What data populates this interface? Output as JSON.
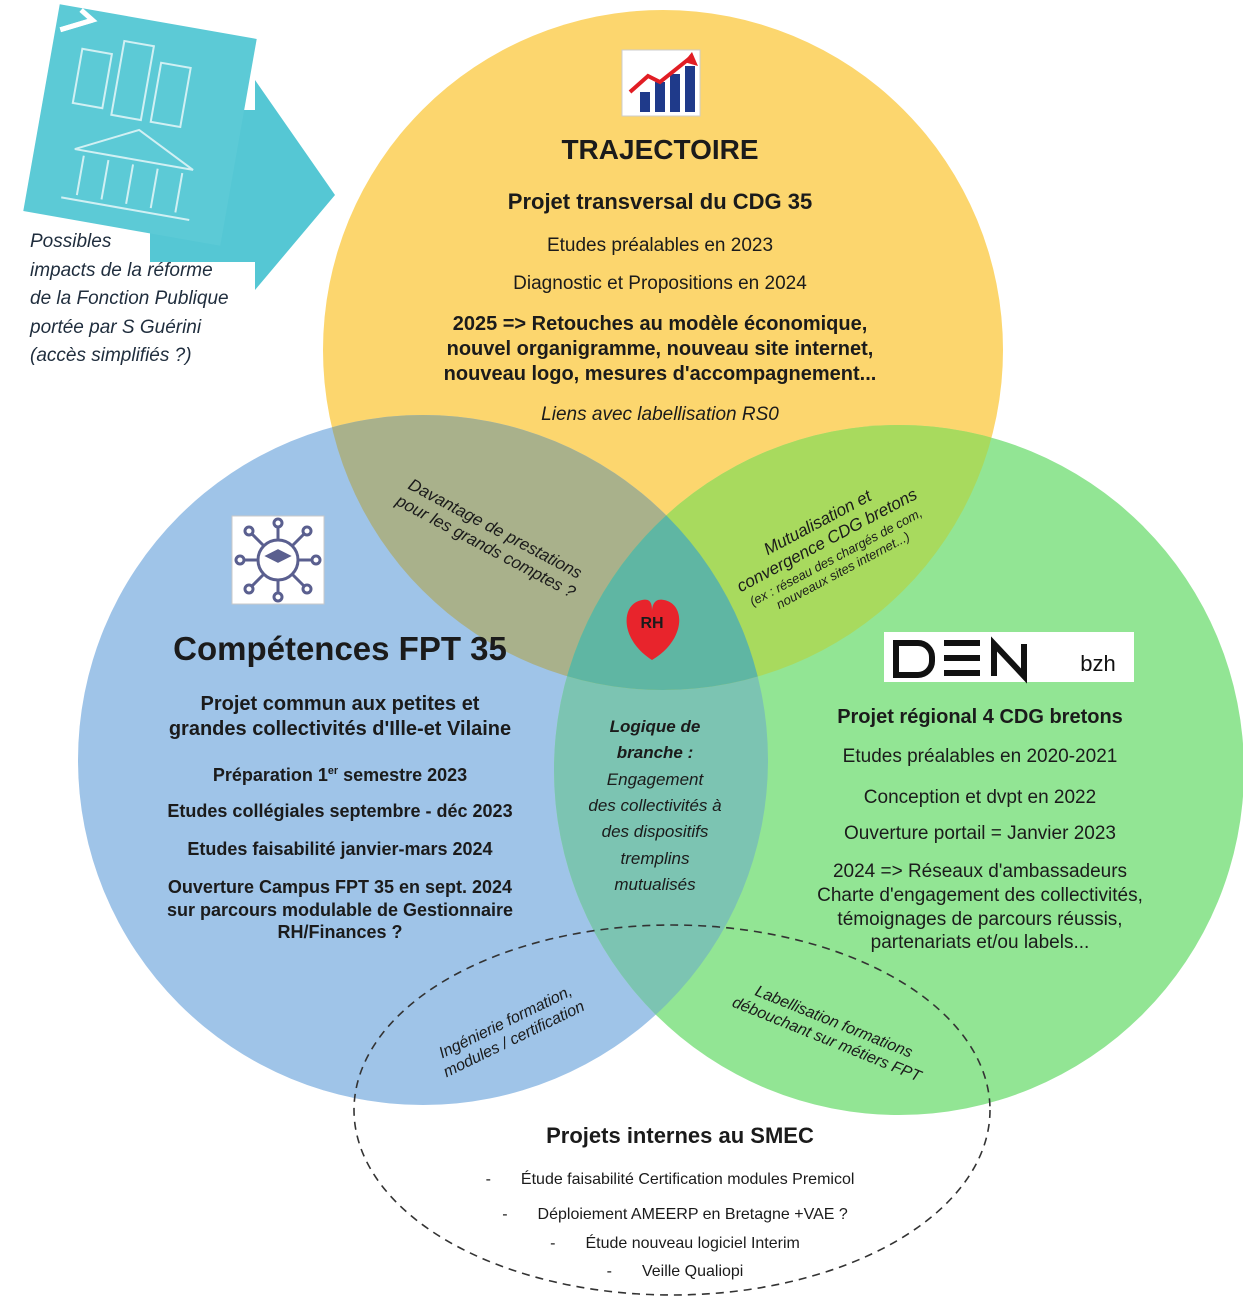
{
  "colors": {
    "trajectoire": "#fcd66e",
    "competences": "#9fc4e8",
    "den": "#92e594",
    "overlap_yellow_blue": "#a9b18b",
    "overlap_yellow_green": "#a8da5e",
    "overlap_center": "#5fb6a3",
    "overlap_blue_green": "#7cc4b2",
    "banner_arrow": "#55c7d4",
    "heart": "#e8242c"
  },
  "reform_note": {
    "lines": [
      "Possibles",
      "impacts de la réforme",
      "de la Fonction Publique",
      "portée par S Guérini",
      "(accès simplifiés ?)"
    ]
  },
  "trajectoire": {
    "icon": "chart-growth-icon",
    "title": "TRAJECTOIRE",
    "subtitle": "Projet transversal du CDG 35",
    "items": [
      "Etudes préalables en 2023",
      "Diagnostic et Propositions en 2024"
    ],
    "item_2025_lines": [
      "2025 => Retouches au modèle économique,",
      "nouvel organigramme, nouveau site internet,",
      "nouveau logo, mesures d'accompagnement..."
    ],
    "note": "Liens avec labellisation RS0"
  },
  "competences": {
    "icon": "network-graduation-icon",
    "title": "Compétences FPT 35",
    "subtitle_lines": [
      "Projet commun aux petites et",
      "grandes collectivités d'Ille-et Vilaine"
    ],
    "prep_prefix": "Préparation 1",
    "prep_sup": "er",
    "prep_suffix": " semestre 2023",
    "items": [
      "Etudes collégiales septembre - déc 2023",
      "Etudes faisabilité janvier-mars 2024"
    ],
    "campus_lines": [
      "Ouverture Campus FPT 35 en sept. 2024",
      "sur parcours modulable de Gestionnaire",
      "RH/Finances ?"
    ]
  },
  "den": {
    "logo_text": "DEN",
    "logo_suffix": "bzh",
    "subtitle": "Projet régional 4 CDG bretons",
    "items": [
      "Etudes préalables en 2020-2021",
      "Conception et dvpt en 2022",
      "Ouverture portail = Janvier 2023"
    ],
    "item_2024_lines": [
      "2024 => Réseaux d'ambassadeurs",
      "Charte d'engagement des collectivités,",
      "témoignages de parcours réussis,",
      "partenariats et/ou labels..."
    ]
  },
  "overlaps": {
    "yellow_blue_lines": [
      "Davantage de prestations",
      "pour les grands comptes ?"
    ],
    "yellow_green_lines": [
      "Mutualisation et",
      "convergence CDG bretons"
    ],
    "yellow_green_small_lines": [
      "(ex : réseau des chargés de com,",
      "nouveaux sites internet...)"
    ],
    "heart_label": "RH",
    "center_lines": [
      "Logique de",
      "branche :",
      "Engagement",
      "des collectivités à",
      "des dispositifs",
      "tremplins",
      "mutualisés"
    ],
    "blue_smec_lines": [
      "Ingénierie formation,",
      "modules / certification"
    ],
    "green_smec_lines": [
      "Labellisation formations",
      "débouchant sur métiers FPT"
    ]
  },
  "smec": {
    "title": "Projets internes au SMEC",
    "items": [
      "Étude faisabilité Certification modules Premicol",
      "Déploiement AMEERP en Bretagne +VAE ?",
      "Étude nouveau logiciel Interim",
      "Veille Qualiopi"
    ]
  }
}
